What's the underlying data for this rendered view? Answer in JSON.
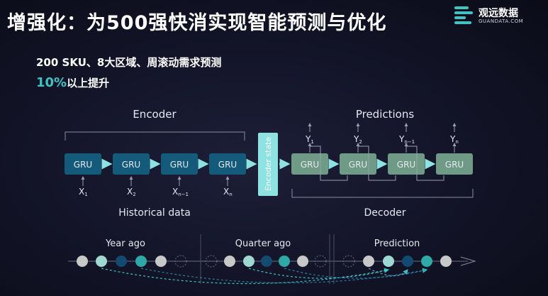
{
  "title": "增强化：为500强快消实现智能预测与优化",
  "logo": {
    "name": "观远数据",
    "sub": "GUANDATA.COM"
  },
  "subtitle": "200 SKU、8大区域、周滚动需求预测",
  "highlight": {
    "value": "10%",
    "rest": "以上提升"
  },
  "encoder": {
    "label": "Encoder",
    "cell_label": "GRU",
    "inputs": [
      "X",
      "X",
      "X",
      "X"
    ],
    "input_subs": [
      "1",
      "2",
      "n−1",
      "n"
    ],
    "caption": "Historical data"
  },
  "state_label": "Encoder state",
  "decoder": {
    "label": "Predictions",
    "cell_label": "GRU",
    "outputs": [
      "Y",
      "Y",
      "Y",
      "Y"
    ],
    "output_subs": [
      "1",
      "2",
      "n−1",
      "n"
    ],
    "caption": "Decoder"
  },
  "timeline": {
    "sections": [
      "Year ago",
      "Quarter ago",
      "Prediction"
    ]
  },
  "colors": {
    "enc_cell": "#145a7a",
    "dec_cell": "#6f9a86",
    "state": "#8ee2e2",
    "teal": "#3fc3c3",
    "navy": "#134a72",
    "grey": "#c8c8c8"
  }
}
